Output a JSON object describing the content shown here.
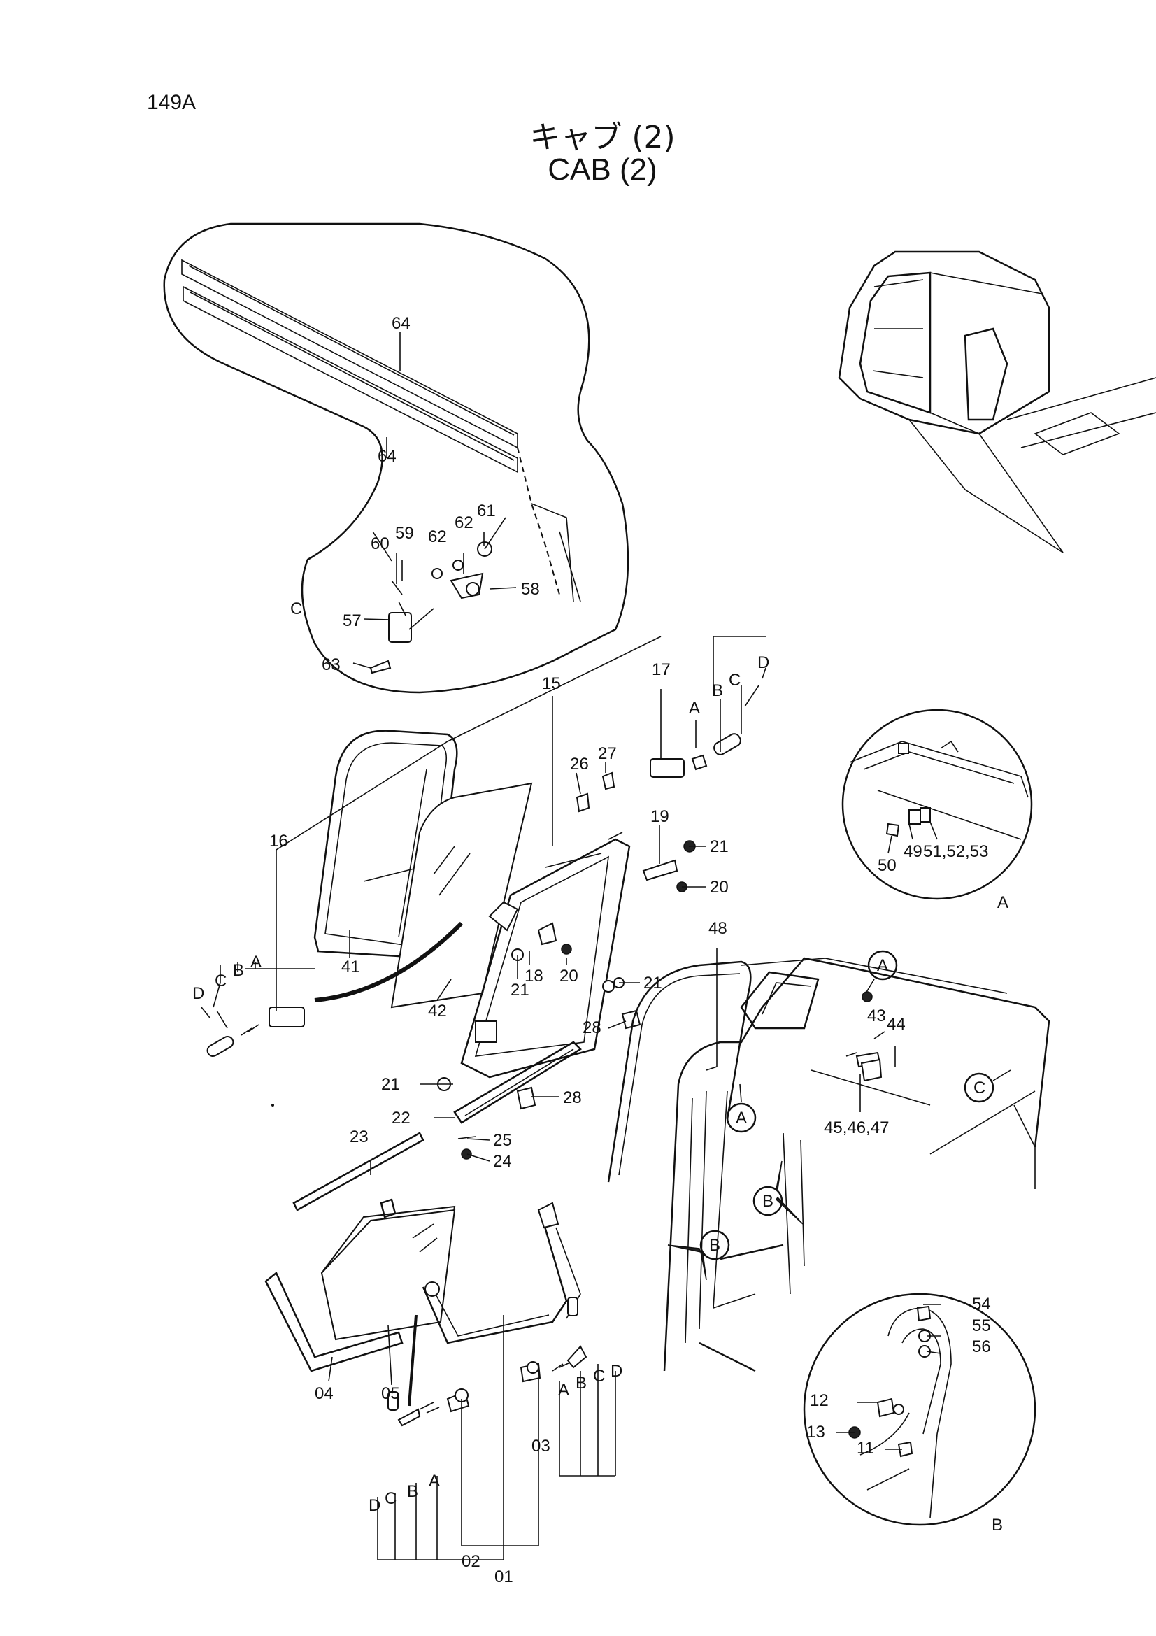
{
  "page_number": "149A",
  "title_jp": "キャブ (2)",
  "title_en": "CAB (2)",
  "detail_letters": {
    "detail_c": "C",
    "detail_a": "A",
    "detail_b": "B"
  },
  "callouts": {
    "c_64a": "64",
    "c_64b": "64",
    "c_59": "59",
    "c_60": "60",
    "c_62a": "62",
    "c_62b": "62",
    "c_61": "61",
    "c_58": "58",
    "c_57": "57",
    "c_63": "63",
    "c_15": "15",
    "c_17": "17",
    "c_a17": "A",
    "c_b17": "B",
    "c_c17": "C",
    "c_d17": "D",
    "c_26": "26",
    "c_27": "27",
    "c_19": "19",
    "c_21a": "21",
    "c_20a": "20",
    "c_16": "16",
    "c_41": "41",
    "c_42": "42",
    "c_18": "18",
    "c_21b": "21",
    "c_20b": "20",
    "c_21c": "21",
    "c_28a": "28",
    "c_d16": "D",
    "c_c16": "C",
    "c_b16": "B",
    "c_a16": "A",
    "c_21d": "21",
    "c_28b": "28",
    "c_22": "22",
    "c_23": "23",
    "c_25": "25",
    "c_24": "24",
    "c_48": "48",
    "c_43": "43",
    "c_44": "44",
    "c_45": "45,46,47",
    "c_50": "50",
    "c_49": "49",
    "c_51": "51,52,53",
    "c_04": "04",
    "c_05": "05",
    "c_01": "01",
    "c_02": "02",
    "c_03": "03",
    "c_a03": "A",
    "c_b03": "B",
    "c_c03": "C",
    "c_d03": "D",
    "c_d02": "D",
    "c_c02": "C",
    "c_b02": "B",
    "c_a02": "A",
    "c_54": "54",
    "c_55": "55",
    "c_56": "56",
    "c_12": "12",
    "c_13": "13",
    "c_11": "11"
  },
  "circled_refs": {
    "ref_a_top": "A",
    "ref_a_mid": "A",
    "ref_c": "C",
    "ref_b_left": "B",
    "ref_b_right": "B"
  }
}
